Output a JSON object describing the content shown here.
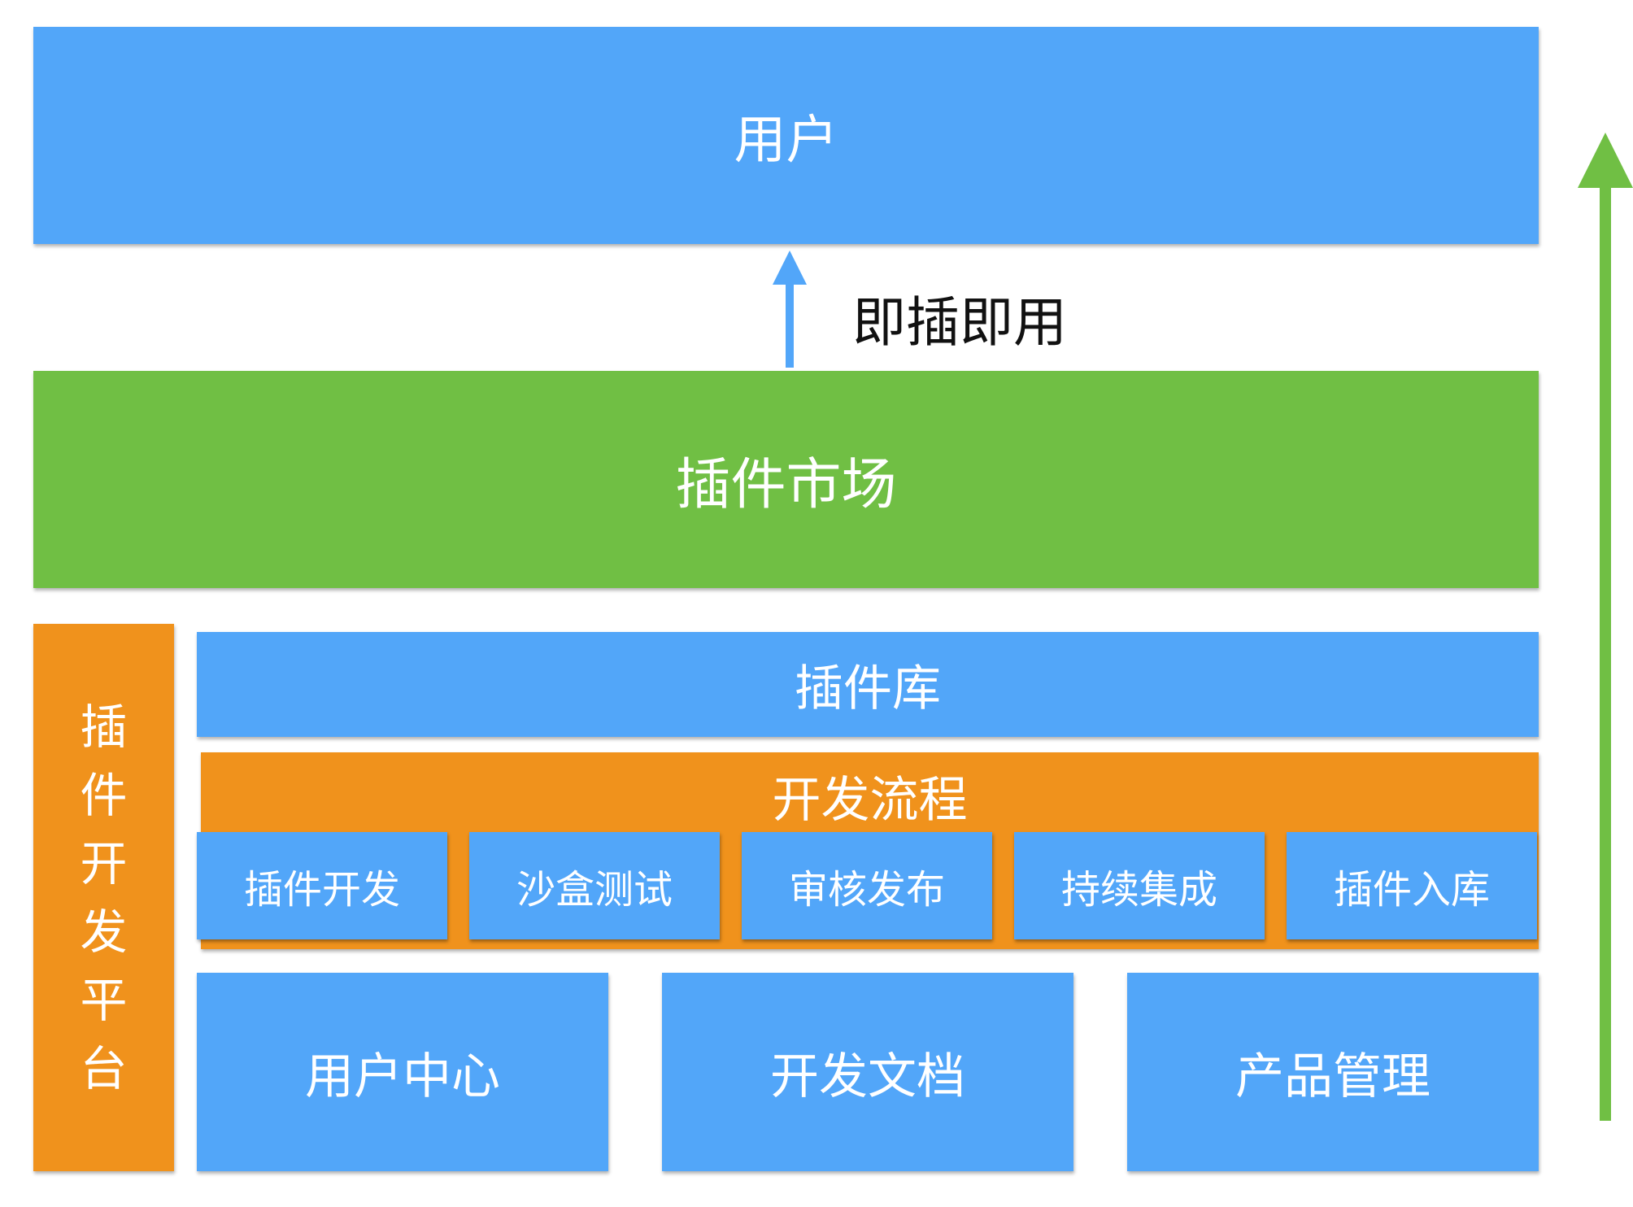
{
  "colors": {
    "blue": "#52a6f9",
    "green": "#70bf44",
    "orange": "#f0921c",
    "text": "#ffffff"
  },
  "user": {
    "label": "用户"
  },
  "plug_and_play": {
    "label": "即插即用"
  },
  "market": {
    "label": "插件市场"
  },
  "platform": {
    "chars": [
      "插",
      "件",
      "开",
      "发",
      "平",
      "台"
    ]
  },
  "library": {
    "label": "插件库"
  },
  "dev_process": {
    "label": "开发流程",
    "steps": [
      "插件开发",
      "沙盒测试",
      "审核发布",
      "持续集成",
      "插件入库"
    ]
  },
  "foundation": [
    "用户中心",
    "开发文档",
    "产品管理"
  ]
}
